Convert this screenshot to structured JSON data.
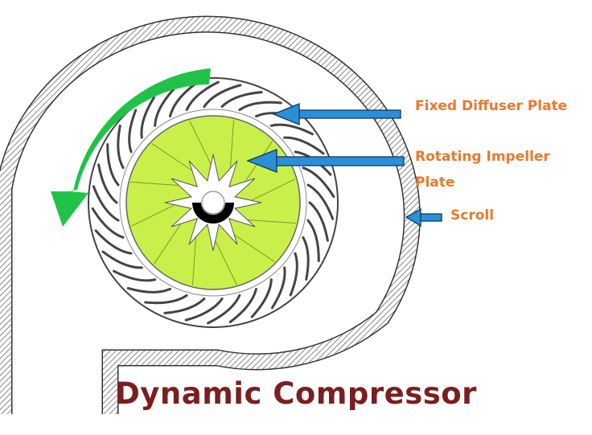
{
  "title": "Dynamic Compressor",
  "labels": {
    "diffuser": "Fixed Diffuser Plate",
    "impeller": "Rotating Impeller Plate",
    "scroll": "Scroll"
  },
  "colors": {
    "label": "#e8792f",
    "title": "#7a1f1f",
    "arrow": "#2b8fd6",
    "rotation_arrow": "#22c24a",
    "impeller": "#c9f04a",
    "outline": "#333333"
  }
}
